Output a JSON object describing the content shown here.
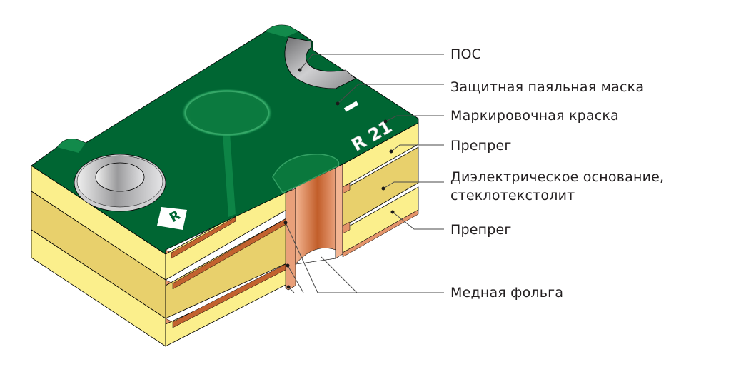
{
  "diagram": {
    "subject": "Multilayer PCB cross-section with plated through-hole",
    "labels": [
      {
        "id": "pos",
        "text": "ПОС"
      },
      {
        "id": "solder_mask",
        "text": "Защитная паяльная маска"
      },
      {
        "id": "marking_ink",
        "text": "Маркировочная краска"
      },
      {
        "id": "prepreg_top",
        "text": "Препрег"
      },
      {
        "id": "dielectric_line1",
        "text": "Диэлектрическое основание,"
      },
      {
        "id": "dielectric_line2",
        "text": "стеклотекстолит"
      },
      {
        "id": "prepreg_bottom",
        "text": "Препрег"
      },
      {
        "id": "copper_foil",
        "text": "Медная фольга"
      }
    ],
    "board_markings": {
      "designator": "R 21",
      "polarity_mark": "I",
      "component_marker": "R"
    },
    "colors": {
      "solder_mask": "#006633",
      "solder_mask_light": "#0f8a4a",
      "prepreg": "#fbef8c",
      "dielectric": "#e8d06c",
      "copper": "#d88a5a",
      "copper_dark": "#b85a2a",
      "tin_lead": "#b8b8ba",
      "leader_line": "#4a4a4a",
      "text": "#231f20"
    }
  }
}
